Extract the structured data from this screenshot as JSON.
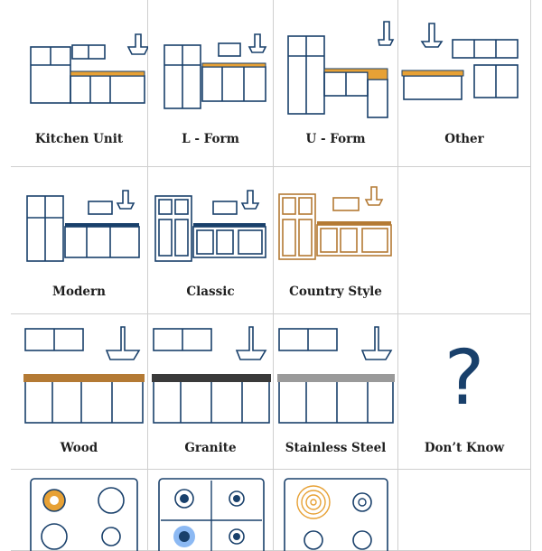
{
  "colors": {
    "navy": "#19406b",
    "orange": "#e7a135",
    "wood": "#b47a34",
    "granite": "#3a3a3a",
    "steel": "#9a9a9a",
    "blue": "#1a73e8"
  },
  "options": [
    {
      "label": "Kitchen Unit",
      "icon": "kitchen-unit-icon"
    },
    {
      "label": "L - Form",
      "icon": "l-form-kitchen-icon"
    },
    {
      "label": "U - Form",
      "icon": "u-form-kitchen-icon"
    },
    {
      "label": "Other",
      "icon": "island-kitchen-icon"
    },
    {
      "label": "Modern",
      "icon": "modern-kitchen-icon"
    },
    {
      "label": "Classic",
      "icon": "classic-kitchen-icon"
    },
    {
      "label": "Country Style",
      "icon": "country-kitchen-icon"
    },
    {
      "label": "Wood",
      "icon": "wood-countertop-icon"
    },
    {
      "label": "Granite",
      "icon": "granite-countertop-icon"
    },
    {
      "label": "Stainless Steel",
      "icon": "steel-countertop-icon"
    },
    {
      "label": "Don’t Know",
      "icon": "question-mark-icon",
      "glyph": "?"
    },
    {
      "label": "",
      "icon": "electric-hob-icon"
    },
    {
      "label": "",
      "icon": "gas-hob-icon"
    },
    {
      "label": "",
      "icon": "induction-hob-icon"
    }
  ]
}
